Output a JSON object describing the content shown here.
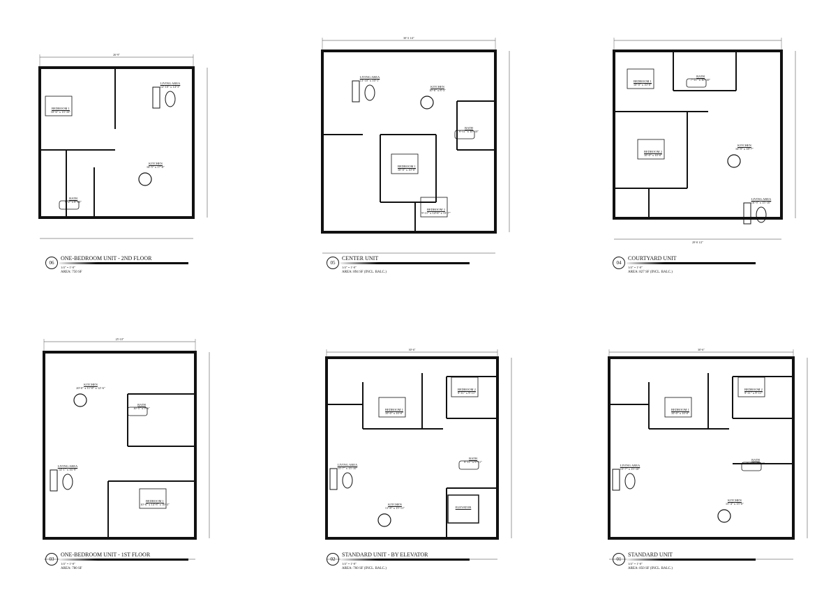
{
  "sheet": {
    "plans": [
      {
        "number": "06",
        "name": "ONE-BEDROOM UNIT - 2ND FLOOR",
        "scale": "1/4\" = 1'-0\"",
        "area": "AREA: 750 SF",
        "overall_dim": "26'-9\"",
        "rooms": [
          {
            "name": "LIVING AREA",
            "size": "12'-10\" x 14'-3\""
          },
          {
            "name": "BEDROOM 1",
            "size": "10'-6\" x 13'-10\""
          },
          {
            "name": "KITCHEN",
            "size": "16'-5\" x 17'-8\""
          },
          {
            "name": "BATH",
            "size": "9'-2\" x 8'-10\""
          }
        ]
      },
      {
        "number": "05",
        "name": "CENTER UNIT",
        "scale": "1/4\" = 1'-0\"",
        "area": "AREA: 894 SF (INCL. BALC.)",
        "overall_dim": "30'-3 1/4\"",
        "rooms": [
          {
            "name": "LIVING AREA",
            "size": "13'-10\" x 10'-1\""
          },
          {
            "name": "KITCHEN",
            "size": "10'-6\" x 8'-3\""
          },
          {
            "name": "BATH",
            "size": "9'-11\" x 10'-10\""
          },
          {
            "name": "BEDROOM 1",
            "size": "10'-0\" x 10'-0\""
          },
          {
            "name": "BEDROOM 2",
            "size": "9'-11\" x 14'-6\" x 13'-7\""
          }
        ]
      },
      {
        "number": "04",
        "name": "COURTYARD UNIT",
        "scale": "1/4\" = 1'-0\"",
        "area": "AREA: 827 SF (INCL. BALC.)",
        "overall_dim": "29'-8 1/2\"",
        "rooms": [
          {
            "name": "BEDROOM 1",
            "size": "10'-0\" x 10'-0\""
          },
          {
            "name": "BATH",
            "size": "7'-11\" x 10'-10\""
          },
          {
            "name": "BEDROOM 2",
            "size": "10'-0\" x 10'-0\""
          },
          {
            "name": "KITCHEN",
            "size": "16'-9\" x 18'-7\""
          },
          {
            "name": "LIVING AREA",
            "size": "16'-9\" x 15'-10\""
          }
        ]
      },
      {
        "number": "03",
        "name": "ONE-BEDROOM UNIT - 1ST FLOOR",
        "scale": "1/4\" = 1'-0\"",
        "area": "AREA: 780 SF",
        "overall_dim": "25'-10\"",
        "rooms": [
          {
            "name": "KITCHEN",
            "size": "20'-0\" x 11'-8\" x 12'-6\""
          },
          {
            "name": "BATH",
            "size": "10'-5\" x 9'-6\""
          },
          {
            "name": "LIVING AREA",
            "size": "14'-1\" x 16'-9\""
          },
          {
            "name": "BEDROOM 1",
            "size": "10'-6\" x 14'-8\" x 10'-3\""
          }
        ]
      },
      {
        "number": "02",
        "name": "STANDARD UNIT - BY ELEVATOR",
        "scale": "1/4\" = 1'-0\"",
        "area": "AREA: 760 SF (INCL. BALC.)",
        "overall_dim": "30'-6\"",
        "rooms": [
          {
            "name": "BEDROOM 1",
            "size": "10'-0\" x 10'-0\""
          },
          {
            "name": "BEDROOM 2",
            "size": "9'-11\" x 9'-11\""
          },
          {
            "name": "BATH",
            "size": "9'-11\" x 9'-11\""
          },
          {
            "name": "LIVING AREA",
            "size": "15'-7\" x 15'-10\""
          },
          {
            "name": "KITCHEN",
            "size": "11'-8\" x 15'-11\""
          },
          {
            "name": "ELEVATOR",
            "size": ""
          }
        ]
      },
      {
        "number": "01",
        "name": "STANDARD UNIT",
        "scale": "1/4\" = 1'-0\"",
        "area": "AREA: 850 SF (INCL. BALC.)",
        "overall_dim": "30'-6\"",
        "rooms": [
          {
            "name": "BEDROOM 1",
            "size": "10'-0\" x 10'-0\""
          },
          {
            "name": "BEDROOM 2",
            "size": "9'-11\" x 9'-11\""
          },
          {
            "name": "BATH",
            "size": "9'-11\" x 9'-11\""
          },
          {
            "name": "LIVING AREA",
            "size": "15'-7\" x 15'-10\""
          },
          {
            "name": "KITCHEN",
            "size": "15'-4\" x 15'-0\""
          }
        ]
      }
    ]
  },
  "colors": {
    "line": "#111111",
    "paper": "#ffffff"
  }
}
